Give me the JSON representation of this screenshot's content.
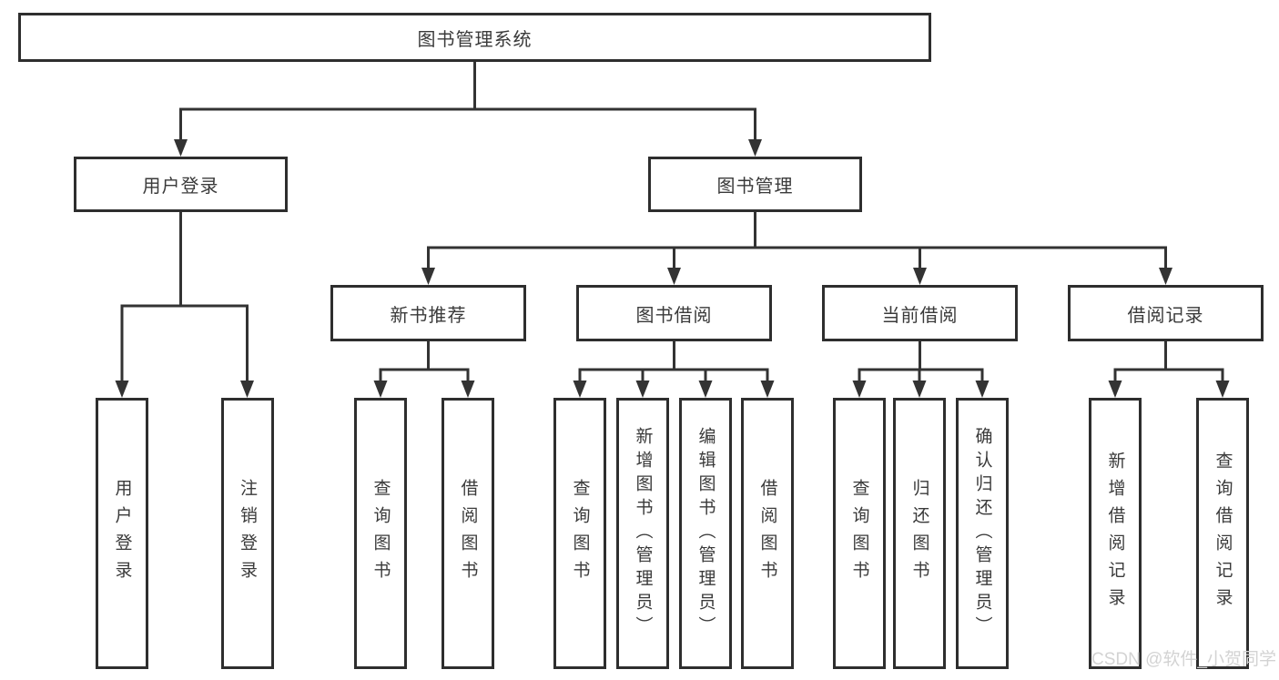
{
  "colors": {
    "background": "#ffffff",
    "line": "#333333",
    "box_border": "#2e2e2e",
    "text": "#3a3a3a",
    "watermark": "#d3d3d3"
  },
  "watermark": {
    "text": "CSDN @软件_小贺同学"
  },
  "tree": {
    "label": "图书管理系统",
    "children": [
      {
        "label": "用户登录",
        "children": [
          {
            "label": "用户登录"
          },
          {
            "label": "注销登录"
          }
        ]
      },
      {
        "label": "图书管理",
        "children": [
          {
            "label": "新书推荐",
            "children": [
              {
                "label": "查询图书"
              },
              {
                "label": "借阅图书"
              }
            ]
          },
          {
            "label": "图书借阅",
            "children": [
              {
                "label": "查询图书"
              },
              {
                "label": "新增图书（管理员）"
              },
              {
                "label": "编辑图书（管理员）"
              },
              {
                "label": "借阅图书"
              }
            ]
          },
          {
            "label": "当前借阅",
            "children": [
              {
                "label": "查询图书"
              },
              {
                "label": "归还图书"
              },
              {
                "label": "确认归还（管理员）"
              }
            ]
          },
          {
            "label": "借阅记录",
            "children": [
              {
                "label": "新增借阅记录"
              },
              {
                "label": "查询借阅记录"
              }
            ]
          }
        ]
      }
    ]
  }
}
